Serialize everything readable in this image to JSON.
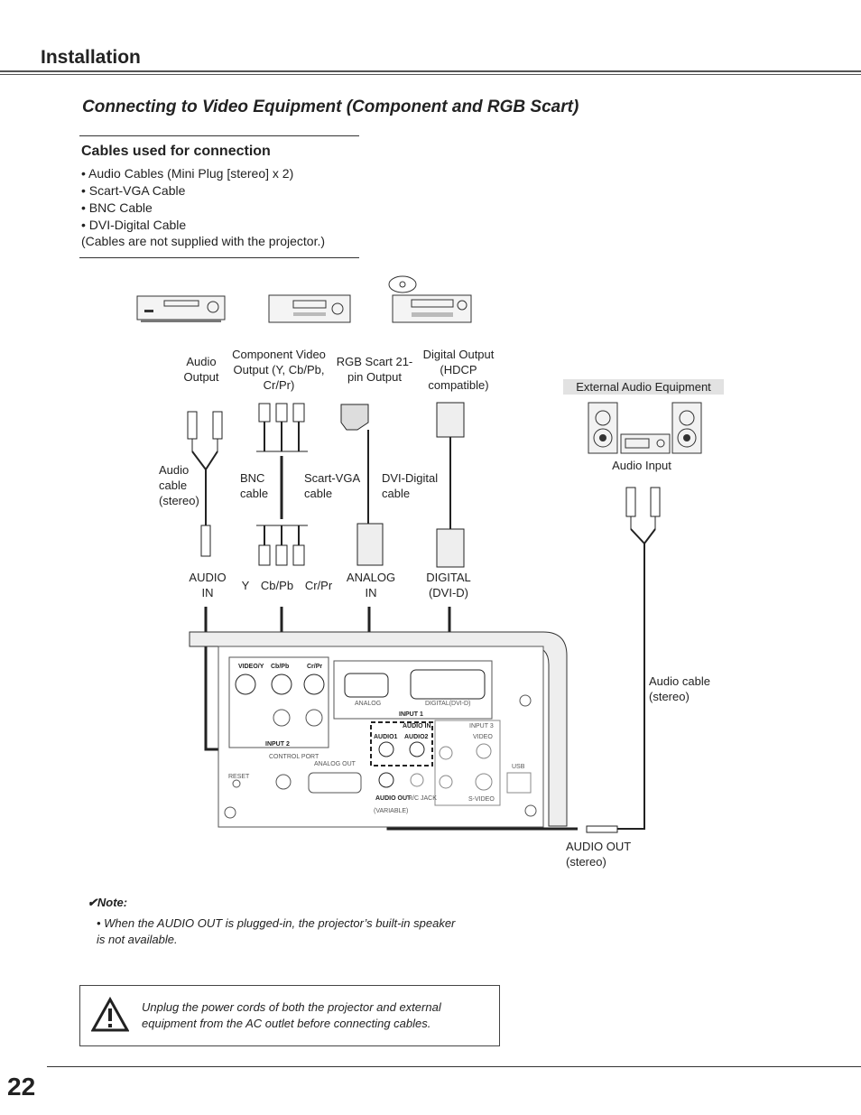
{
  "section_title": "Installation",
  "heading": "Connecting to Video Equipment (Component and RGB Scart)",
  "cables": {
    "title": "Cables used for connection",
    "items": [
      "• Audio Cables (Mini Plug [stereo] x 2)",
      "• Scart-VGA Cable",
      "• BNC Cable",
      "• DVI-Digital Cable"
    ],
    "note": "(Cables are not supplied with the projector.)"
  },
  "outputs": {
    "audio_output": "Audio Output",
    "component_video_output": "Component Video Output (Y, Cb/Pb, Cr/Pr)",
    "rgb_scart_output": "RGB Scart 21-pin Output",
    "digital_output": "Digital Output (HDCP compatible)",
    "external_audio_equipment": "External Audio Equipment",
    "audio_input": "Audio Input"
  },
  "cable_labels": {
    "audio_cable": "Audio cable (stereo)",
    "bnc_cable": "BNC cable",
    "scart_vga_cable": "Scart-VGA cable",
    "dvi_digital_cable": "DVI-Digital cable",
    "audio_cable_right": "Audio cable (stereo)"
  },
  "inputs": {
    "audio_in": "AUDIO IN",
    "y": "Y",
    "cb_pb": "Cb/Pb",
    "cr_pr": "Cr/Pr",
    "analog_in": "ANALOG IN",
    "digital_dvi_d": "DIGITAL (DVI-D)",
    "audio_out": "AUDIO OUT (stereo)"
  },
  "panel_labels": {
    "video_y": "VIDEO/Y",
    "cb_pb": "Cb/Pb",
    "cr_pr": "Cr/Pr",
    "input2": "INPUT 2",
    "analog": "ANALOG",
    "digital_dvi_d": "DIGITAL(DVI-D)",
    "input1": "INPUT 1",
    "audio_in": "AUDIO IN",
    "audio1": "AUDIO1",
    "audio2": "AUDIO2",
    "input3": "INPUT 3",
    "video": "VIDEO",
    "s_video": "S-VIDEO",
    "usb": "USB",
    "control_port": "CONTROL PORT",
    "analog_out": "ANALOG OUT",
    "reset": "RESET",
    "audio_out": "AUDIO OUT",
    "variable": "(VARIABLE)",
    "rc_jack": "R/C JACK"
  },
  "note": {
    "title": "✔Note:",
    "text": "• When the AUDIO OUT is plugged-in, the projector’s built-in speaker is not available."
  },
  "warning": "Unplug the power cords of both the projector and external equipment from the AC outlet before connecting cables.",
  "page_number": "22"
}
